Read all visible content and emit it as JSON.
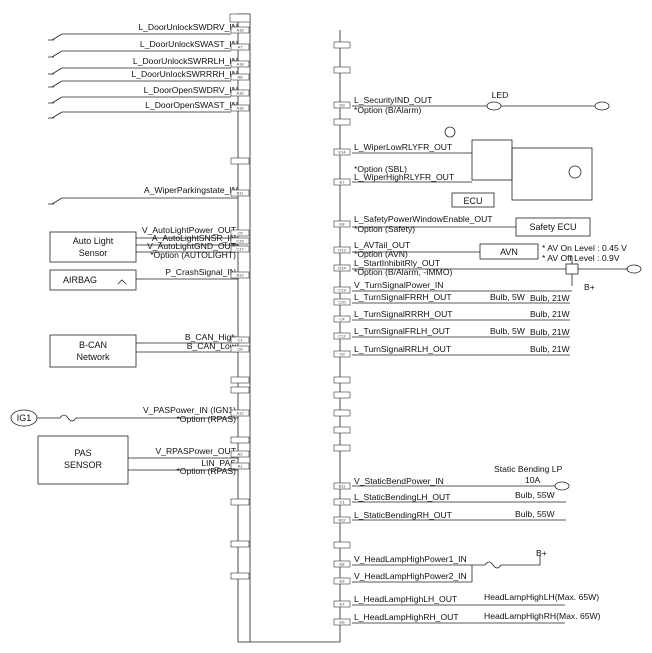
{
  "left_signals": [
    {
      "label": "L_DoorUnlockSWDRV_IN",
      "pin": "A15"
    },
    {
      "label": "L_DoorUnlockSWAST_IN",
      "pin": "A7"
    },
    {
      "label": "L_DoorUnlockSWRRLH_IN",
      "pin": "A18"
    },
    {
      "label": "L_DoorUnlockSWRRRH_IN",
      "pin": "A8"
    },
    {
      "label": "L_DoorOpenSWDRV_IN",
      "pin": "A16"
    },
    {
      "label": "L_DoorOpenSWAST_IN",
      "pin": "A16"
    },
    {
      "label": "A_WiperParkingstate_IN",
      "pin": "B11"
    },
    {
      "label": "V_AutoLightPower_OUT",
      "pin": "C5"
    },
    {
      "label": "A_AutoLightSNSR_IN",
      "pin": "C15"
    },
    {
      "label": "V_AutoLightGND_OUT",
      "pin": "C17"
    },
    {
      "label": "*Option (AUTOLIGHT)",
      "pin": ""
    },
    {
      "label": "P_CrashSignal_IN",
      "pin": "B12"
    },
    {
      "label": "B_CAN_High",
      "pin": "C1"
    },
    {
      "label": "B_CAN_Low",
      "pin": "C6"
    },
    {
      "label": "V_PASPower_IN (IGN1)",
      "pin": "A12"
    },
    {
      "label": "*Option (RPAS)",
      "pin": ""
    },
    {
      "label": "V_RPASPower_OUT",
      "pin": "A2"
    },
    {
      "label": "LIN_PAS",
      "pin": "A1"
    },
    {
      "label": "*Option (RPAS)",
      "pin": ""
    }
  ],
  "left_boxes": {
    "auto_light": "Auto Light\nSensor",
    "airbag": "AIRBAG",
    "bcan": "B-CAN\nNetwork",
    "ig1": "IG1",
    "pas": "PAS\nSENSOR"
  },
  "right_signals": [
    {
      "label": "L_SecurityIND_OUT",
      "pin": "D3"
    },
    {
      "label": "*Option (B/Alarm)",
      "pin": ""
    },
    {
      "label": "L_WiperLowRLYFR_OUT",
      "pin": "E14"
    },
    {
      "label": "*Option (SBL)",
      "pin": ""
    },
    {
      "label": "L_WiperHighRLYFR_OUT",
      "pin": "E7"
    },
    {
      "label": "L_SafetyPowerWindowEnable_OUT",
      "pin": "E8"
    },
    {
      "label": "*Option (Safety)",
      "pin": ""
    },
    {
      "label": "L_AVTail_OUT",
      "pin": "D13"
    },
    {
      "label": "*Option (AVN)",
      "pin": ""
    },
    {
      "label": "L_StartInhibitRly_OUT",
      "pin": "D14"
    },
    {
      "label": "*Option (B/Alarm, -IMMO)",
      "pin": ""
    },
    {
      "label": "V_TurnSignalPower_IN",
      "pin": "C19"
    },
    {
      "label": "L_TurnSignalFRRH_OUT",
      "pin": "C20"
    },
    {
      "label": "L_TurnSignalRRRH_OUT",
      "pin": "C4"
    },
    {
      "label": "L_TurnSignalFRLH_OUT",
      "pin": "C12"
    },
    {
      "label": "L_TurnSignalRRLH_OUT",
      "pin": "C9"
    },
    {
      "label": "V_StaticBendPower_IN",
      "pin": "B11"
    },
    {
      "label": "L_StaticBendingLH_OUT",
      "pin": "C1"
    },
    {
      "label": "L_StaticBendingRH_OUT",
      "pin": "B12"
    },
    {
      "label": "V_HeadLampHighPower1_IN",
      "pin": "E8"
    },
    {
      "label": "V_HeadLampHighPower2_IN",
      "pin": "E9"
    },
    {
      "label": "L_HeadLampHighLH_OUT",
      "pin": "E7"
    },
    {
      "label": "L_HeadLampHighRH_OUT",
      "pin": "E6"
    }
  ],
  "right_components": {
    "led": "LED",
    "bplus": "B+",
    "ecu": "ECU",
    "safety_ecu": "Safety ECU",
    "avn": "AVN",
    "av_on": "* AV On Level : 0.45 V",
    "av_off": "* AV Off Level : 0.9V",
    "bulb5w_1": "Bulb, 5W",
    "bulb21w_1": "Bulb, 21W",
    "bulb21w_2": "Bulb, 21W",
    "bulb5w_2": "Bulb, 5W",
    "bulb21w_3": "Bulb, 21W",
    "bulb21w_4": "Bulb, 21W",
    "static_bending": "Static Bending LP",
    "fuse10a": "10A",
    "bulb55w_1": "Bulb, 55W",
    "bulb55w_2": "Bulb, 55W",
    "hl_lh": "HeadLampHighLH(Max. 65W)",
    "hl_rh": "HeadLampHighRH(Max. 65W)"
  }
}
